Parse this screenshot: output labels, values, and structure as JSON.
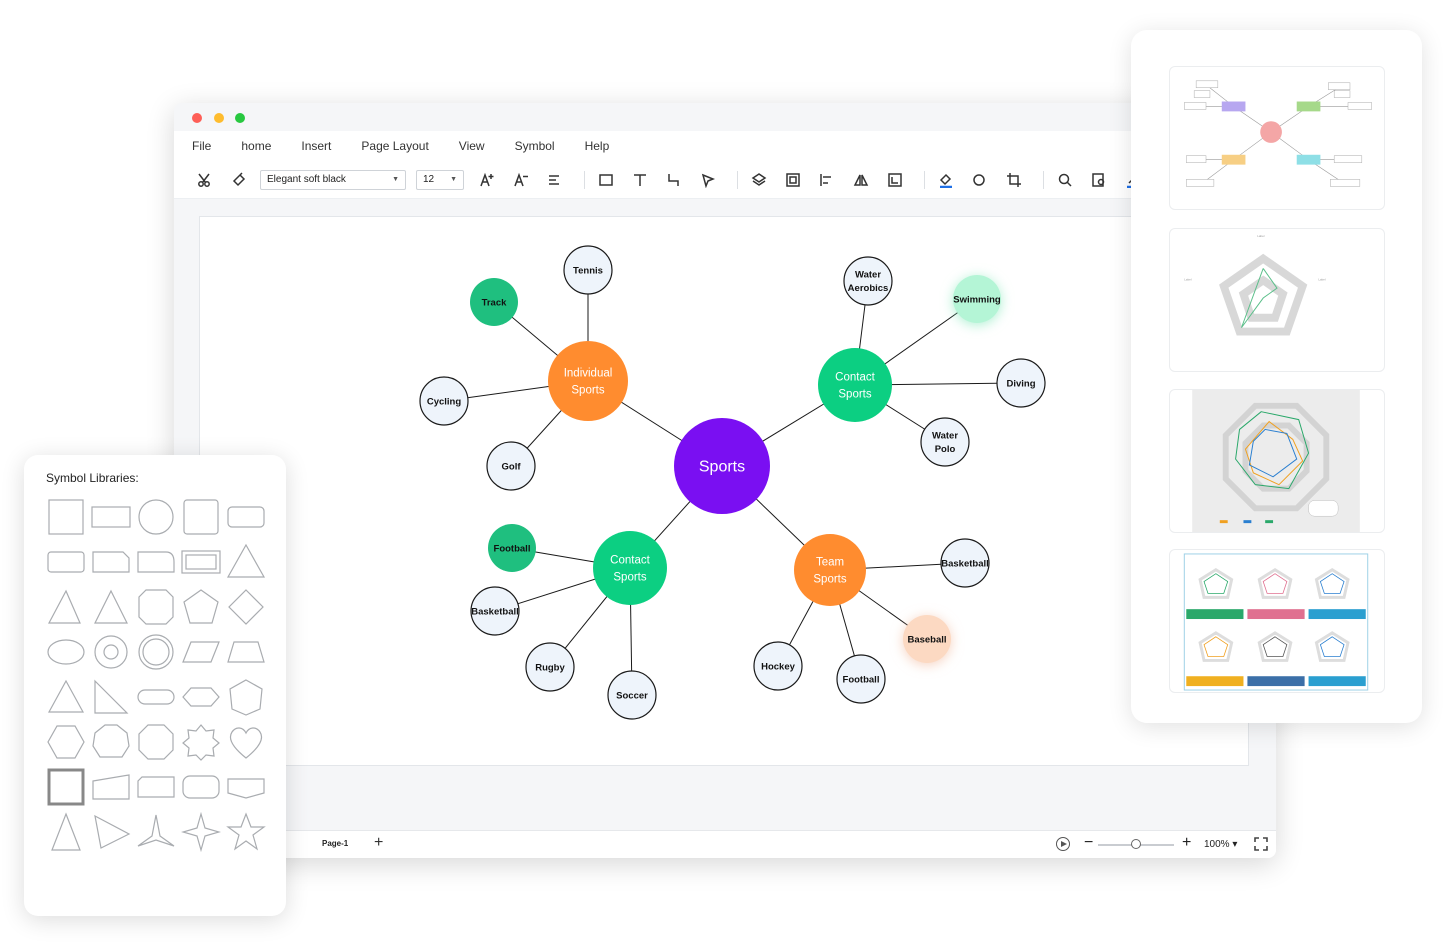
{
  "window": {
    "menu": [
      "File",
      "home",
      "Insert",
      "Page Layout",
      "View",
      "Symbol",
      "Help"
    ],
    "font_family_value": "Elegant soft black",
    "font_size_value": "12"
  },
  "statusbar": {
    "page_tab": "Page-1",
    "zoom": "100%"
  },
  "mindmap": {
    "center": "Sports",
    "branches": [
      {
        "label": "Individual Sports",
        "lines": [
          "Individual",
          "Sports"
        ],
        "color": "#ff8c2f",
        "children": [
          "Tennis",
          "Track",
          "Cycling",
          "Golf"
        ]
      },
      {
        "label": "Contact Sports",
        "lines": [
          "Contact",
          "Sports"
        ],
        "color": "#0ccf82",
        "children": [
          "Water Aerobics",
          "Swimming",
          "Diving",
          "Water Polo"
        ]
      },
      {
        "label": "Contact Sports",
        "lines": [
          "Contact",
          "Sports"
        ],
        "color": "#0ccf82",
        "children": [
          "Football",
          "Basketball",
          "Rugby",
          "Soccer"
        ]
      },
      {
        "label": "Team Sports",
        "lines": [
          "Team",
          "Sports"
        ],
        "color": "#ff8c2f",
        "children": [
          "Basketball",
          "Baseball",
          "Football",
          "Hockey"
        ]
      }
    ],
    "center_color": "#7a0ff2",
    "leaf_fill": "#eef4fb",
    "accent_fills": {
      "Track": "#1fbf7f",
      "Football": "#1fbf7f",
      "Swimming": "#b4f5d6",
      "Baseball": "#fcd9c2"
    }
  },
  "symbols": {
    "title": "Symbol Libraries:"
  }
}
